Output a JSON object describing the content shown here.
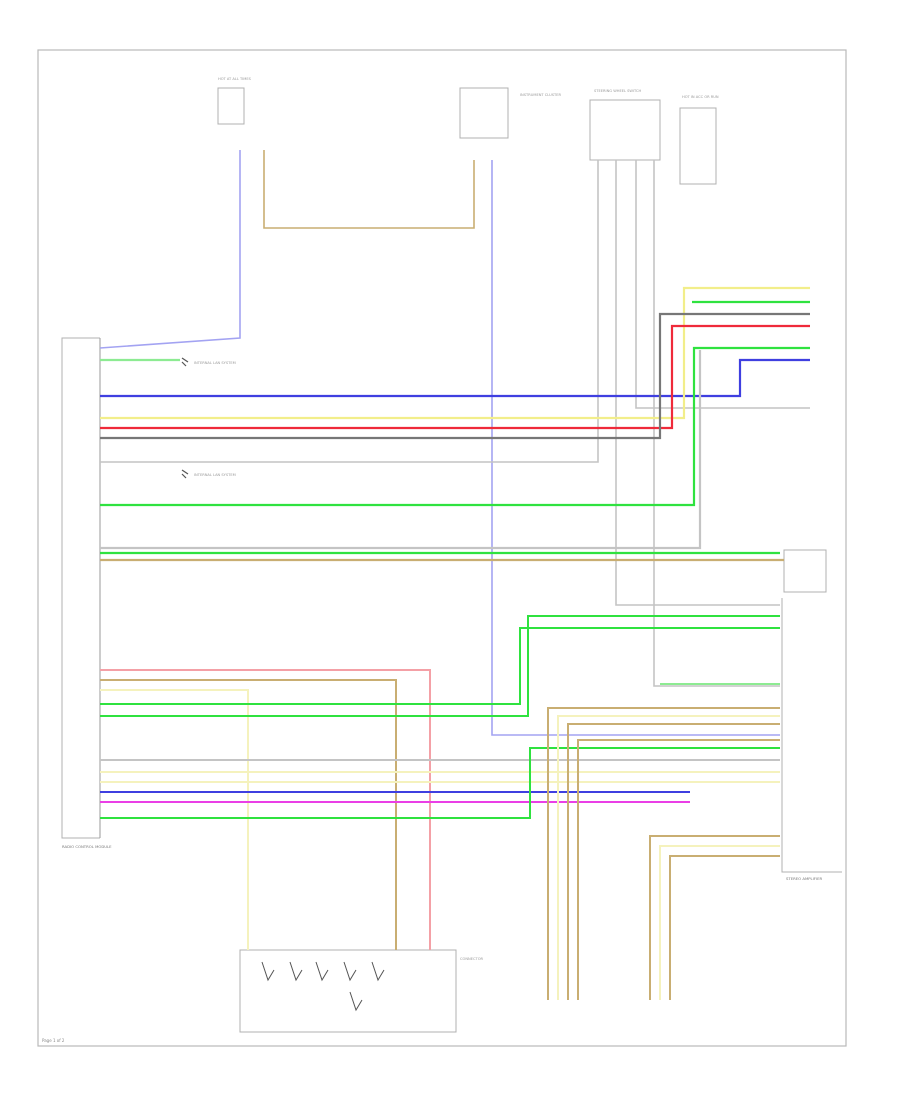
{
  "colors": {
    "border": "#b9b9b9",
    "box": "#aaaaaa",
    "blue": "#3f3fe0",
    "light_blue": "#a3a3f2",
    "yellow": "#f2ee8a",
    "light_yellow": "#f5f2bd",
    "red": "#ef2a3a",
    "light_red": "#f4a0a6",
    "green": "#2fe23f",
    "light_green": "#8deb92",
    "gray": "#777777",
    "light_gray": "#c4c4c4",
    "tan": "#c9ae72",
    "violet": "#ea3fe6",
    "pink": "#f196d2"
  },
  "labels": {
    "mod_left": "RADIO CONTROL MODULE",
    "mod_right": "STEREO AMPLIFIER",
    "mod_top1": "HOT AT ALL TIMES",
    "mod_top2": "INSTRUMENT CLUSTER",
    "mod_top3": "STEERING WHEEL SWITCH",
    "mod_top4": "HOT IN ACC OR RUN",
    "mod_bottom": "CONNECTOR",
    "gnd1": "INTERNAL LAN SYSTEM",
    "gnd2": "INTERNAL LAN SYSTEM",
    "footer": "Page 1 of 2"
  },
  "icons": {
    "ground_1": "ground-icon",
    "ground_2": "ground-icon",
    "switch_bank": "switch-icon"
  }
}
